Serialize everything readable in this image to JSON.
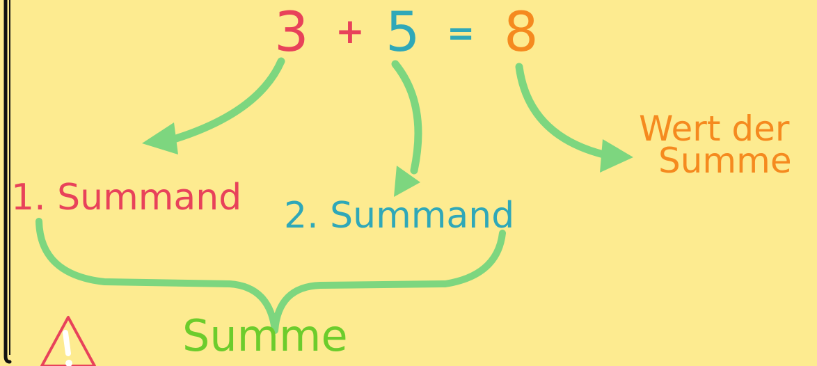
{
  "equation": {
    "addend1": "3",
    "plus": "+",
    "addend2": "5",
    "equals": "=",
    "result": "8"
  },
  "labels": {
    "addend1_label": "1. Summand",
    "addend2_label": "2. Summand",
    "result_label_line1": "Wert der",
    "result_label_line2": "Summe",
    "sum_label": "Summe"
  },
  "colors": {
    "background": "#fdeb90",
    "addend1": "#e8425a",
    "addend2": "#2fa8b8",
    "result": "#f58a1f",
    "operator": "#e8425a",
    "arrow": "#7dd67f",
    "sum": "#6ccc2c",
    "warning": "#e8425a"
  },
  "icons": {
    "warning": "warning-triangle-icon"
  }
}
